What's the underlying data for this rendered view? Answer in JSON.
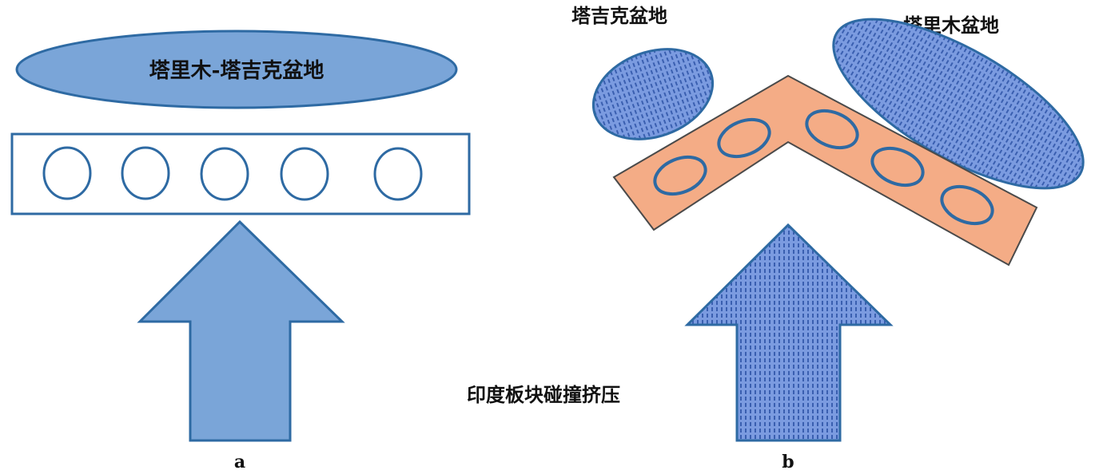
{
  "panel_a": {
    "basin_label": "塔里木-塔吉克盆地",
    "caption": "a",
    "circle_count": 5
  },
  "panel_b": {
    "tajik_label": "塔吉克盆地",
    "tarim_label": "塔里木盆地",
    "collision_label": "印度板块碰撞挤压",
    "caption": "b",
    "ellipse_count": 5
  },
  "colors": {
    "basin_fill": "#7aa5d8",
    "outline": "#2e6aa3",
    "belt_fill": "#f4ac86",
    "pattern_fill": "#6d8fd6",
    "pattern_dash": "#3a5fb0"
  }
}
